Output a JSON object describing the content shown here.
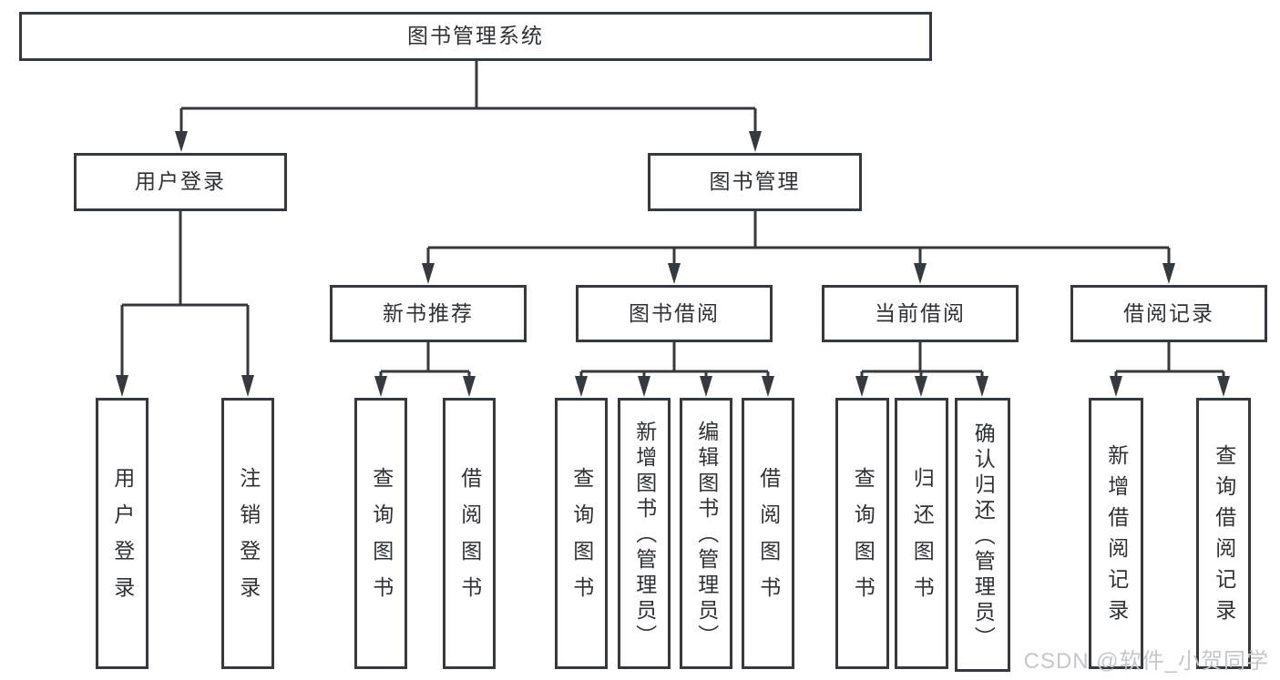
{
  "diagram": {
    "root": {
      "label": "图书管理系统",
      "children": [
        {
          "label": "用户登录",
          "children": [
            {
              "label": "用户登录"
            },
            {
              "label": "注销登录"
            }
          ]
        },
        {
          "label": "图书管理",
          "children": [
            {
              "label": "新书推荐",
              "children": [
                {
                  "label": "查询图书"
                },
                {
                  "label": "借阅图书"
                }
              ]
            },
            {
              "label": "图书借阅",
              "children": [
                {
                  "label": "查询图书"
                },
                {
                  "label": "新增图书（管理员）"
                },
                {
                  "label": "编辑图书（管理员）"
                },
                {
                  "label": "借阅图书"
                }
              ]
            },
            {
              "label": "当前借阅",
              "children": [
                {
                  "label": "查询图书"
                },
                {
                  "label": "归还图书"
                },
                {
                  "label": "确认归还（管理员）"
                }
              ]
            },
            {
              "label": "借阅记录",
              "children": [
                {
                  "label": "新增借阅记录"
                },
                {
                  "label": "查询借阅记录"
                }
              ]
            }
          ]
        }
      ]
    }
  },
  "watermark": {
    "text": "CSDN @软件_小贺同学"
  },
  "colors": {
    "line": "#36393d",
    "box_border": "#36393d",
    "box_background": "#ffffff",
    "text": "#2e3135",
    "watermark": "#c5c7c9"
  }
}
